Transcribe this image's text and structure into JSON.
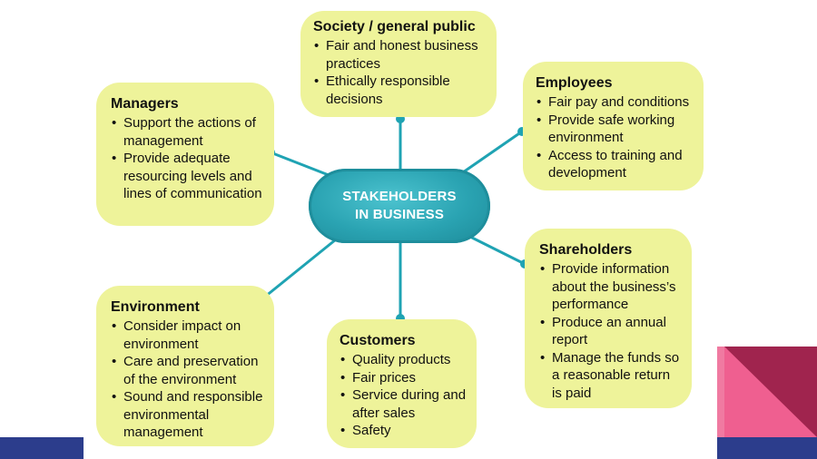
{
  "center": {
    "label": "STAKEHOLDERS IN BUSINESS"
  },
  "society": {
    "title": "Society / general public",
    "items": [
      "Fair and honest business practices",
      "Ethically responsible decisions"
    ]
  },
  "employees": {
    "title": "Employees",
    "items": [
      "Fair pay and conditions",
      "Provide safe working environment",
      "Access to training and development"
    ]
  },
  "managers": {
    "title": "Managers",
    "items": [
      "Support the actions of management",
      "Provide adequate resourcing levels and lines of communication"
    ]
  },
  "shareholders": {
    "title": "Shareholders",
    "items": [
      "Provide information about the business’s performance",
      "Produce an annual report",
      "Manage the funds so a reasonable return is paid"
    ]
  },
  "environment": {
    "title": "Environment",
    "items": [
      "Consider impact on environment",
      "Care and preservation of the environment",
      "Sound and responsible environmental management"
    ]
  },
  "customers": {
    "title": "Customers",
    "items": [
      "Quality products",
      "Fair prices",
      "Service during and after sales",
      "Safety"
    ]
  },
  "colors": {
    "box_fill": "#eef39a",
    "center_fill": "#2aa3b2",
    "connector": "#1fa3b3",
    "footer_bar": "#2c3d8c",
    "corner_dark": "#a0244e",
    "corner_pink": "#ef5f90"
  }
}
